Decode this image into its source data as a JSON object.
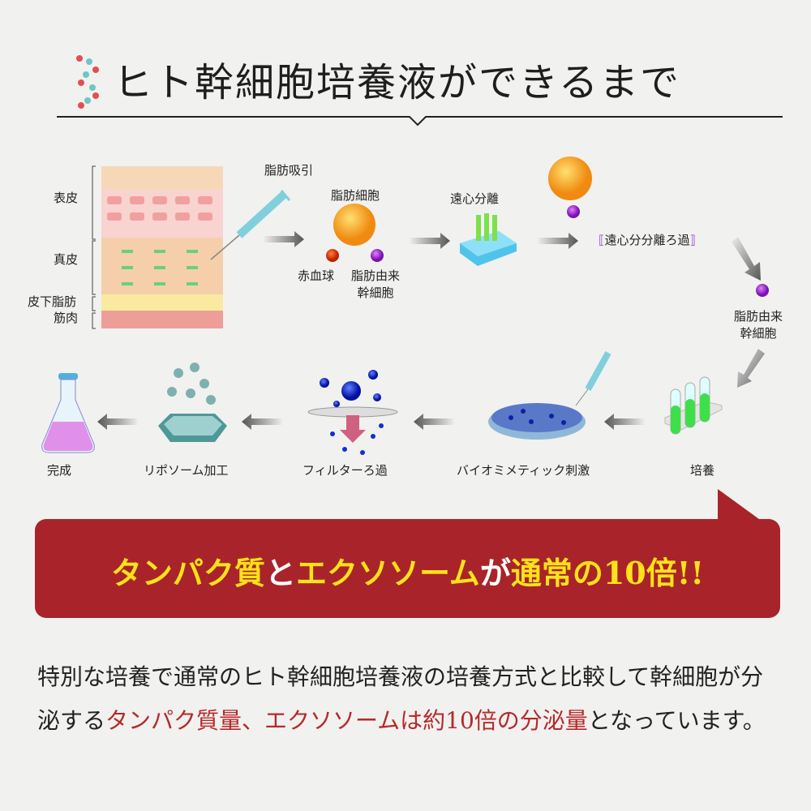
{
  "title": "ヒト幹細胞培養液ができるまで",
  "skin_layers": [
    "表皮",
    "真皮",
    "皮下脂肪",
    "筋肉"
  ],
  "steps_row1": {
    "liposuction": "脂肪吸引",
    "fat_cell": "脂肪細胞",
    "red_blood_cell": "赤血球",
    "adipose_stem_cell": "脂肪由来\n幹細胞",
    "centrifuge": "遠心分離",
    "filtration": "遠心分分離ろ過",
    "result_cell": "脂肪由来\n幹細胞"
  },
  "steps_row2": [
    "培養",
    "バイオミメティック刺激",
    "フィルターろ過",
    "リポソーム加工",
    "完成"
  ],
  "banner": {
    "part1": "タンパク質",
    "part2": "と",
    "part3": "エクソソーム",
    "part4": "が",
    "part5": "通常の10倍!!"
  },
  "paragraph": {
    "a": "特別な培養で通常のヒト幹細胞培養液の培養方式と比較して幹細胞が分泌する",
    "b": "タンパク質量、エクソソームは約10倍の分泌量",
    "c": "となっています。"
  },
  "colors": {
    "banner": "#a8242a",
    "highlight": "#ffe21a",
    "red_text": "#b52a2a"
  }
}
